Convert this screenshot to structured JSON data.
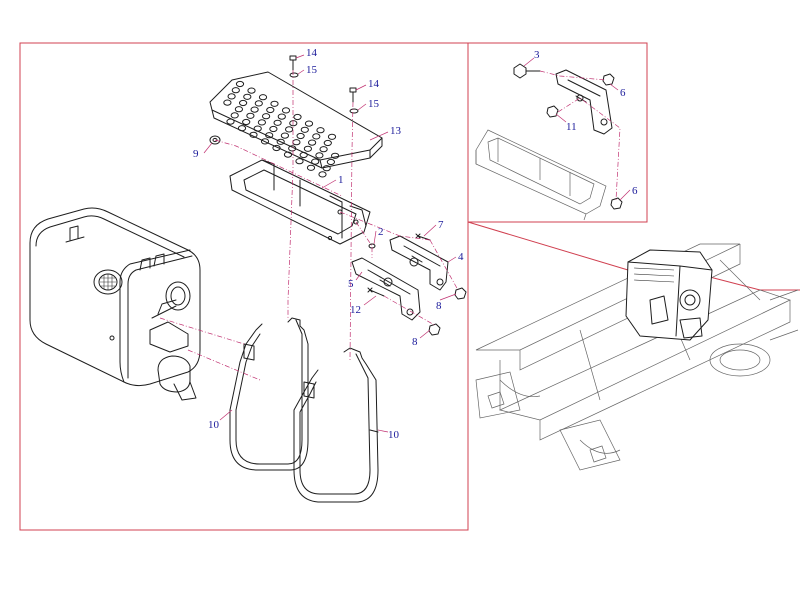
{
  "diagram": {
    "callouts": {
      "c1": "1",
      "c2": "2",
      "c3": "3",
      "c4": "4",
      "c5": "5",
      "c6a": "6",
      "c6b": "6",
      "c7": "7",
      "c8a": "8",
      "c8b": "8",
      "c9": "9",
      "c10a": "10",
      "c10b": "10",
      "c11": "11",
      "c12": "12",
      "c13": "13",
      "c14a": "14",
      "c14b": "14",
      "c15a": "15",
      "c15b": "15"
    },
    "colors": {
      "callout_text": "#1a1a9a",
      "leader_line": "#c03070",
      "frame_border": "#d04050",
      "line_art": "#1e1e1e"
    }
  }
}
